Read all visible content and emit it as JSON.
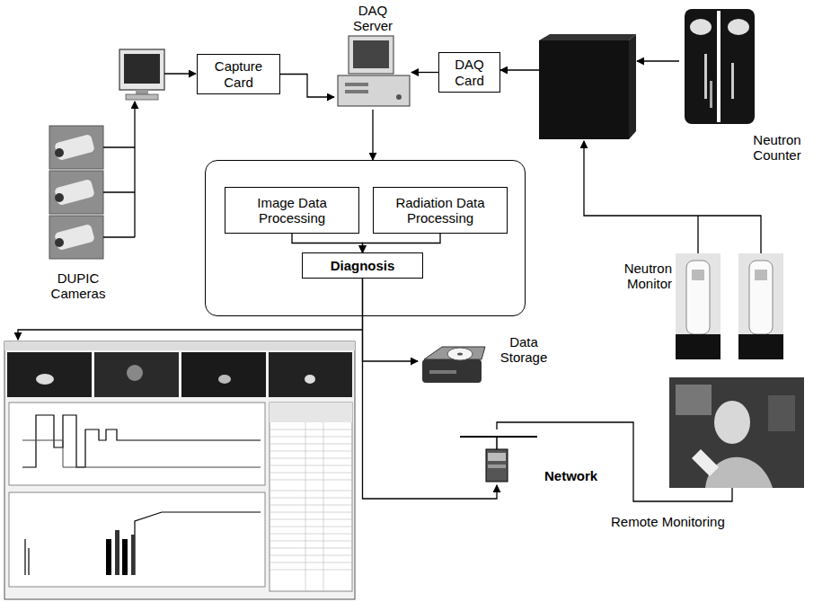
{
  "diagram": {
    "nodes": [
      {
        "text": [
          "DAQ Server"
        ]
      },
      {
        "text": [
          "Capture Card"
        ]
      },
      {
        "text": [
          "DAQ Card"
        ]
      },
      {
        "text": [
          "Neutron Counter"
        ]
      },
      {
        "text": []
      },
      {
        "text": [
          "Image Data Processing"
        ],
        "in": 4
      },
      {
        "text": [
          "Radiation Data Processing"
        ],
        "in": 4
      },
      {
        "text": [
          "Diagnosis"
        ],
        "in": 4
      },
      {
        "text": [
          "DUPIC Cameras"
        ]
      },
      {
        "text": [
          "Neutron Monitor"
        ]
      },
      {
        "text": [
          "Data Storage"
        ]
      },
      {
        "text": [
          "Network"
        ]
      },
      {
        "text": [
          "Remote Monitoring"
        ]
      }
    ],
    "edges": [
      {
        "from": 1,
        "to": 0,
        "arrow": "to"
      },
      {
        "from": 2,
        "to": 0,
        "arrow": "to"
      },
      {
        "from": 0,
        "to": 4,
        "arrow": "to"
      },
      {
        "from": 5,
        "to": 7,
        "arrow": "to"
      },
      {
        "from": 6,
        "to": 7,
        "arrow": "to"
      },
      {
        "from": 7,
        "to": 10,
        "arrow": "to"
      },
      {
        "from": 7,
        "to": 11,
        "arrow": "to"
      },
      {
        "from": 11,
        "to": 12,
        "arrow": "none"
      }
    ]
  }
}
